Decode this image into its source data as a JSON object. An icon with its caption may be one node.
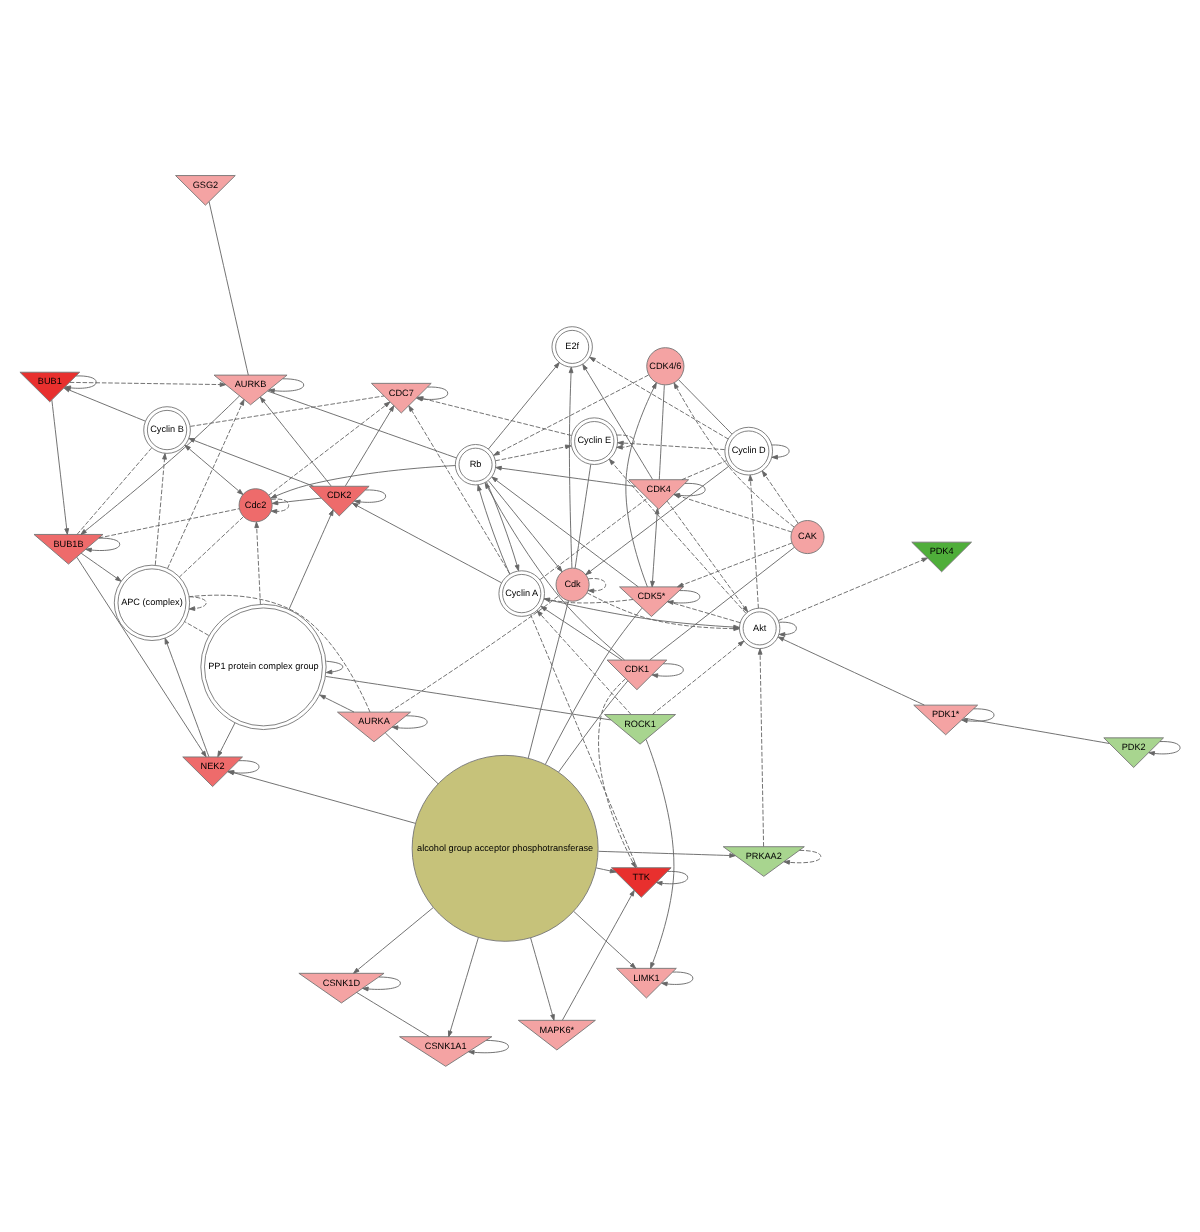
{
  "diagram": {
    "nodes": [
      {
        "text": [
          "CSNK1D"
        ]
      },
      {
        "text": [
          "LIMK1"
        ]
      },
      {
        "text": [
          "PRKAA2"
        ]
      },
      {
        "text": [
          "PDK4"
        ]
      },
      {
        "text": [
          "CSNK1A1"
        ]
      },
      {
        "text": [
          "ROCK1"
        ]
      },
      {
        "text": [
          "alcohol group acceptor phosphotransferase"
        ]
      },
      {
        "text": [
          "Akt"
        ]
      },
      {
        "text": [
          "PDK1*"
        ]
      },
      {
        "text": [
          "MAPK6*"
        ]
      },
      {
        "text": [
          "CDK1"
        ]
      },
      {
        "text": [
          "CDK5*"
        ]
      },
      {
        "text": [
          "CAK"
        ]
      },
      {
        "text": [
          "AURKA"
        ]
      },
      {
        "text": [
          "TTK"
        ]
      },
      {
        "text": [
          "Cyclin A"
        ]
      },
      {
        "text": [
          "CDK4"
        ]
      },
      {
        "text": [
          "Cyclin D"
        ]
      },
      {
        "text": [
          "CDK4/6"
        ]
      },
      {
        "text": [
          "PP1 protein complex group"
        ]
      },
      {
        "text": [
          "NEK2"
        ]
      },
      {
        "text": [
          "Cdc2"
        ]
      },
      {
        "text": [
          "CDK2"
        ]
      },
      {
        "text": [
          "E2f"
        ]
      },
      {
        "text": [
          "Cdk"
        ]
      },
      {
        "text": [
          "Cyclin E"
        ]
      },
      {
        "text": [
          "APC (complex)"
        ]
      },
      {
        "text": [
          "CDC7"
        ]
      },
      {
        "text": [
          "Cyclin B"
        ]
      },
      {
        "text": [
          "Rb"
        ]
      },
      {
        "text": [
          "BUB1B"
        ]
      },
      {
        "text": [
          "AURKB"
        ]
      },
      {
        "text": [
          "BUB1"
        ]
      },
      {
        "text": [
          "GSG2"
        ]
      },
      {
        "text": [
          "PDK2"
        ]
      }
    ],
    "edges": [
      {
        "from": 6,
        "to": 0,
        "arrow": "to"
      },
      {
        "from": 6,
        "to": 1,
        "arrow": "to"
      },
      {
        "from": 6,
        "to": 4,
        "arrow": "to"
      },
      {
        "from": 6,
        "to": 2,
        "arrow": "to"
      },
      {
        "from": 6,
        "to": 9,
        "arrow": "to"
      },
      {
        "from": 6,
        "to": 14,
        "arrow": "to"
      },
      {
        "from": 6,
        "to": 20,
        "arrow": "to"
      },
      {
        "from": 6,
        "to": 13,
        "arrow": "none"
      },
      {
        "from": 6,
        "to": 10,
        "arrow": "none"
      },
      {
        "from": 6,
        "to": 11,
        "arrow": "none"
      },
      {
        "from": 6,
        "to": 24,
        "arrow": "none"
      },
      {
        "from": 4,
        "to": 0,
        "arrow": "none"
      },
      {
        "from": 5,
        "to": 1,
        "arrow": "to"
      },
      {
        "from": 5,
        "to": 19,
        "arrow": "none"
      },
      {
        "from": 5,
        "to": 7,
        "arrow": "to",
        "style": "dashed"
      },
      {
        "from": 5,
        "to": 15,
        "arrow": "to",
        "style": "dashed"
      },
      {
        "from": 2,
        "to": 7,
        "arrow": "to",
        "style": "dashed"
      },
      {
        "from": 7,
        "to": 3,
        "arrow": "to",
        "style": "dashed"
      },
      {
        "from": 8,
        "to": 7,
        "arrow": "to"
      },
      {
        "from": 8,
        "to": 34,
        "arrow": "none"
      },
      {
        "from": 9,
        "to": 14,
        "arrow": "to"
      },
      {
        "from": 12,
        "to": 10,
        "arrow": "none"
      },
      {
        "from": 12,
        "to": 11,
        "arrow": "to",
        "style": "dashed"
      },
      {
        "from": 12,
        "to": 17,
        "arrow": "to",
        "style": "dashed"
      },
      {
        "from": 12,
        "to": 18,
        "arrow": "to",
        "style": "dashed"
      },
      {
        "from": 12,
        "to": 16,
        "arrow": "to",
        "style": "dashed"
      },
      {
        "from": 7,
        "to": 11,
        "arrow": "none",
        "style": "dashed"
      },
      {
        "from": 7,
        "to": 17,
        "arrow": "to",
        "style": "dashed"
      },
      {
        "from": 7,
        "to": 25,
        "arrow": "to",
        "style": "dashed"
      },
      {
        "from": 15,
        "to": 7,
        "arrow": "to"
      },
      {
        "from": 16,
        "to": 7,
        "arrow": "to",
        "style": "dashed"
      },
      {
        "from": 24,
        "to": 7,
        "arrow": "to",
        "style": "dashed"
      },
      {
        "from": 10,
        "to": 14,
        "arrow": "to",
        "style": "dashed"
      },
      {
        "from": 10,
        "to": 15,
        "arrow": "to"
      },
      {
        "from": 10,
        "to": 29,
        "arrow": "to"
      },
      {
        "from": 11,
        "to": 16,
        "arrow": "both"
      },
      {
        "from": 11,
        "to": 18,
        "arrow": "to"
      },
      {
        "from": 11,
        "to": 15,
        "arrow": "to",
        "style": "dashed"
      },
      {
        "from": 11,
        "to": 29,
        "arrow": "to"
      },
      {
        "from": 17,
        "to": 18,
        "arrow": "none"
      },
      {
        "from": 16,
        "to": 18,
        "arrow": "none"
      },
      {
        "from": 18,
        "to": 29,
        "arrow": "to",
        "style": "dashed"
      },
      {
        "from": 17,
        "to": 24,
        "arrow": "to"
      },
      {
        "from": 17,
        "to": 25,
        "arrow": "to",
        "style": "dashed"
      },
      {
        "from": 17,
        "to": 23,
        "arrow": "to",
        "style": "dashed"
      },
      {
        "from": 16,
        "to": 17,
        "arrow": "none",
        "style": "dashed"
      },
      {
        "from": 16,
        "to": 29,
        "arrow": "to"
      },
      {
        "from": 16,
        "to": 23,
        "arrow": "to"
      },
      {
        "from": 15,
        "to": 16,
        "arrow": "none",
        "style": "dashed"
      },
      {
        "from": 15,
        "to": 22,
        "arrow": "to"
      },
      {
        "from": 15,
        "to": 27,
        "arrow": "to",
        "style": "dashed"
      },
      {
        "from": 15,
        "to": 29,
        "arrow": "to"
      },
      {
        "from": 24,
        "to": 25,
        "arrow": "none"
      },
      {
        "from": 24,
        "to": 23,
        "arrow": "to"
      },
      {
        "from": 29,
        "to": 24,
        "arrow": "to"
      },
      {
        "from": 29,
        "to": 25,
        "arrow": "to",
        "style": "dashed"
      },
      {
        "from": 29,
        "to": 23,
        "arrow": "to"
      },
      {
        "from": 29,
        "to": 15,
        "arrow": "to"
      },
      {
        "from": 29,
        "to": 21,
        "arrow": "to"
      },
      {
        "from": 29,
        "to": 31,
        "arrow": "none"
      },
      {
        "from": 25,
        "to": 27,
        "arrow": "to",
        "style": "dashed"
      },
      {
        "from": 14,
        "to": 15,
        "arrow": "none",
        "style": "dashed"
      },
      {
        "from": 13,
        "to": 19,
        "arrow": "to"
      },
      {
        "from": 13,
        "to": 26,
        "arrow": "none",
        "style": "dashed"
      },
      {
        "from": 13,
        "to": 24,
        "arrow": "none",
        "style": "dashed"
      },
      {
        "from": 19,
        "to": 20,
        "arrow": "to"
      },
      {
        "from": 19,
        "to": 26,
        "arrow": "none",
        "style": "dashed"
      },
      {
        "from": 19,
        "to": 22,
        "arrow": "to"
      },
      {
        "from": 19,
        "to": 21,
        "arrow": "to",
        "style": "dashed"
      },
      {
        "from": 22,
        "to": 21,
        "arrow": "to"
      },
      {
        "from": 22,
        "to": 28,
        "arrow": "to"
      },
      {
        "from": 22,
        "to": 31,
        "arrow": "to"
      },
      {
        "from": 22,
        "to": 27,
        "arrow": "to"
      },
      {
        "from": 21,
        "to": 28,
        "arrow": "both"
      },
      {
        "from": 21,
        "to": 26,
        "arrow": "none",
        "style": "dashed"
      },
      {
        "from": 21,
        "to": 27,
        "arrow": "to",
        "style": "dashed"
      },
      {
        "from": 26,
        "to": 28,
        "arrow": "to",
        "style": "dashed"
      },
      {
        "from": 26,
        "to": 31,
        "arrow": "to",
        "style": "dashed"
      },
      {
        "from": 20,
        "to": 26,
        "arrow": "to"
      },
      {
        "from": 30,
        "to": 20,
        "arrow": "to"
      },
      {
        "from": 30,
        "to": 26,
        "arrow": "to"
      },
      {
        "from": 30,
        "to": 28,
        "arrow": "none",
        "style": "dashed"
      },
      {
        "from": 30,
        "to": 21,
        "arrow": "none",
        "style": "dashed"
      },
      {
        "from": 28,
        "to": 27,
        "arrow": "none",
        "style": "dashed"
      },
      {
        "from": 28,
        "to": 32,
        "arrow": "to"
      },
      {
        "from": 32,
        "to": 30,
        "arrow": "to"
      },
      {
        "from": 32,
        "to": 31,
        "arrow": "to",
        "style": "dashed"
      },
      {
        "from": 31,
        "to": 30,
        "arrow": "to"
      },
      {
        "from": 31,
        "to": 33,
        "arrow": "none"
      },
      {
        "from": 0,
        "to": 0,
        "arrow": "to"
      },
      {
        "from": 1,
        "to": 1,
        "arrow": "to"
      },
      {
        "from": 2,
        "to": 2,
        "arrow": "to",
        "style": "dashed"
      },
      {
        "from": 4,
        "to": 4,
        "arrow": "to"
      },
      {
        "from": 7,
        "to": 7,
        "arrow": "to"
      },
      {
        "from": 8,
        "to": 8,
        "arrow": "to"
      },
      {
        "from": 10,
        "to": 10,
        "arrow": "to"
      },
      {
        "from": 11,
        "to": 11,
        "arrow": "to"
      },
      {
        "from": 13,
        "to": 13,
        "arrow": "to"
      },
      {
        "from": 14,
        "to": 14,
        "arrow": "to"
      },
      {
        "from": 16,
        "to": 16,
        "arrow": "to"
      },
      {
        "from": 17,
        "to": 17,
        "arrow": "to"
      },
      {
        "from": 19,
        "to": 19,
        "arrow": "to"
      },
      {
        "from": 20,
        "to": 20,
        "arrow": "to"
      },
      {
        "from": 21,
        "to": 21,
        "arrow": "to",
        "style": "dashed"
      },
      {
        "from": 22,
        "to": 22,
        "arrow": "to"
      },
      {
        "from": 24,
        "to": 24,
        "arrow": "to",
        "style": "dashed"
      },
      {
        "from": 25,
        "to": 25,
        "arrow": "to",
        "style": "dashed"
      },
      {
        "from": 26,
        "to": 26,
        "arrow": "to",
        "style": "dashed"
      },
      {
        "from": 27,
        "to": 27,
        "arrow": "to"
      },
      {
        "from": 30,
        "to": 30,
        "arrow": "to"
      },
      {
        "from": 31,
        "to": 31,
        "arrow": "to"
      },
      {
        "from": 32,
        "to": 32,
        "arrow": "to"
      },
      {
        "from": 34,
        "to": 34,
        "arrow": "to"
      }
    ]
  }
}
